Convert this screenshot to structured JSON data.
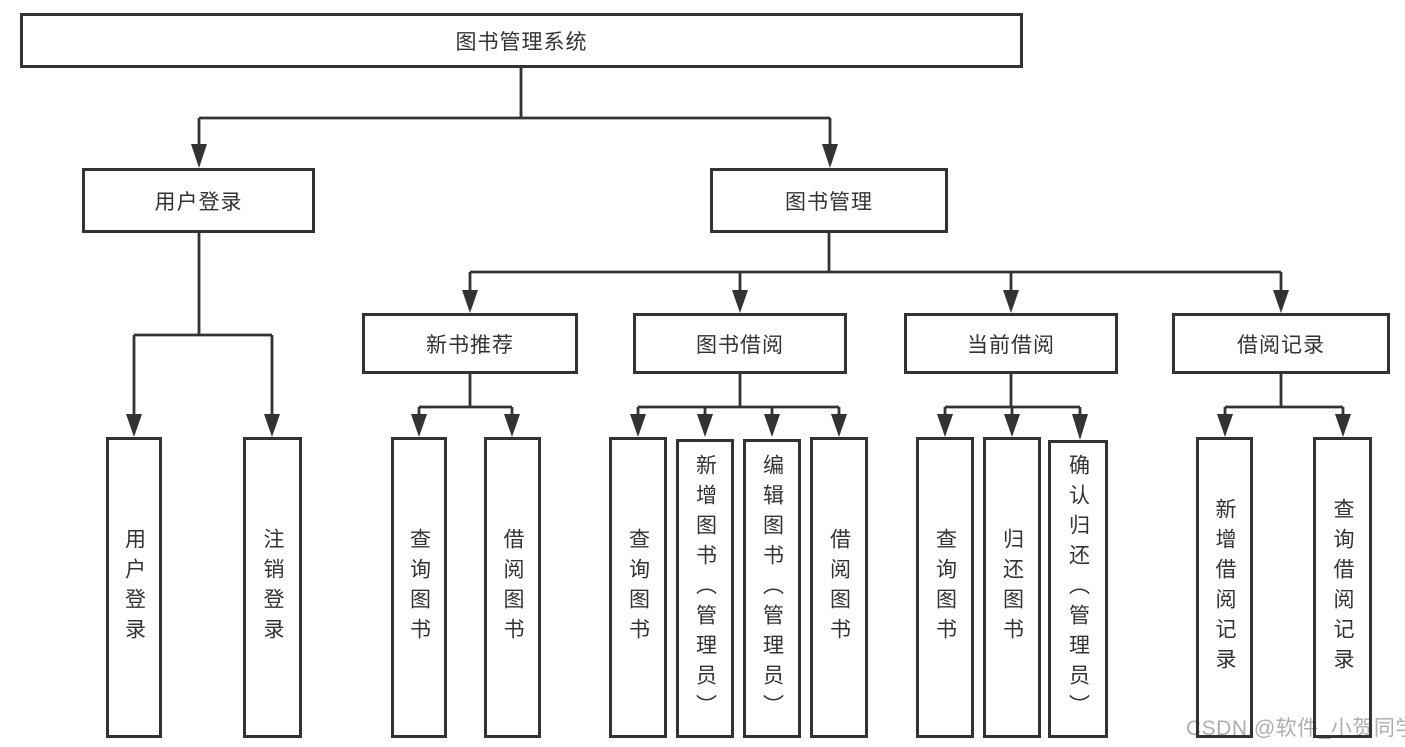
{
  "tree": {
    "root": "图书管理系统",
    "children": [
      {
        "label": "用户登录",
        "children": [
          "用户登录",
          "注销登录"
        ]
      },
      {
        "label": "图书管理",
        "children": [
          {
            "label": "新书推荐",
            "children": [
              "查询图书",
              "借阅图书"
            ]
          },
          {
            "label": "图书借阅",
            "children": [
              "查询图书",
              "新增图书（管理员）",
              "编辑图书（管理员）",
              "借阅图书"
            ]
          },
          {
            "label": "当前借阅",
            "children": [
              "查询图书",
              "归还图书",
              "确认归还（管理员）"
            ]
          },
          {
            "label": "借阅记录",
            "children": [
              "新增借阅记录",
              "查询借阅记录"
            ]
          }
        ]
      }
    ]
  },
  "watermark": "CSDN @软件_小贺同学",
  "colors": {
    "line": "#333333",
    "box_border": "#333333",
    "text": "#333333",
    "background": "#ffffff",
    "watermark": "#a5a5a5"
  }
}
